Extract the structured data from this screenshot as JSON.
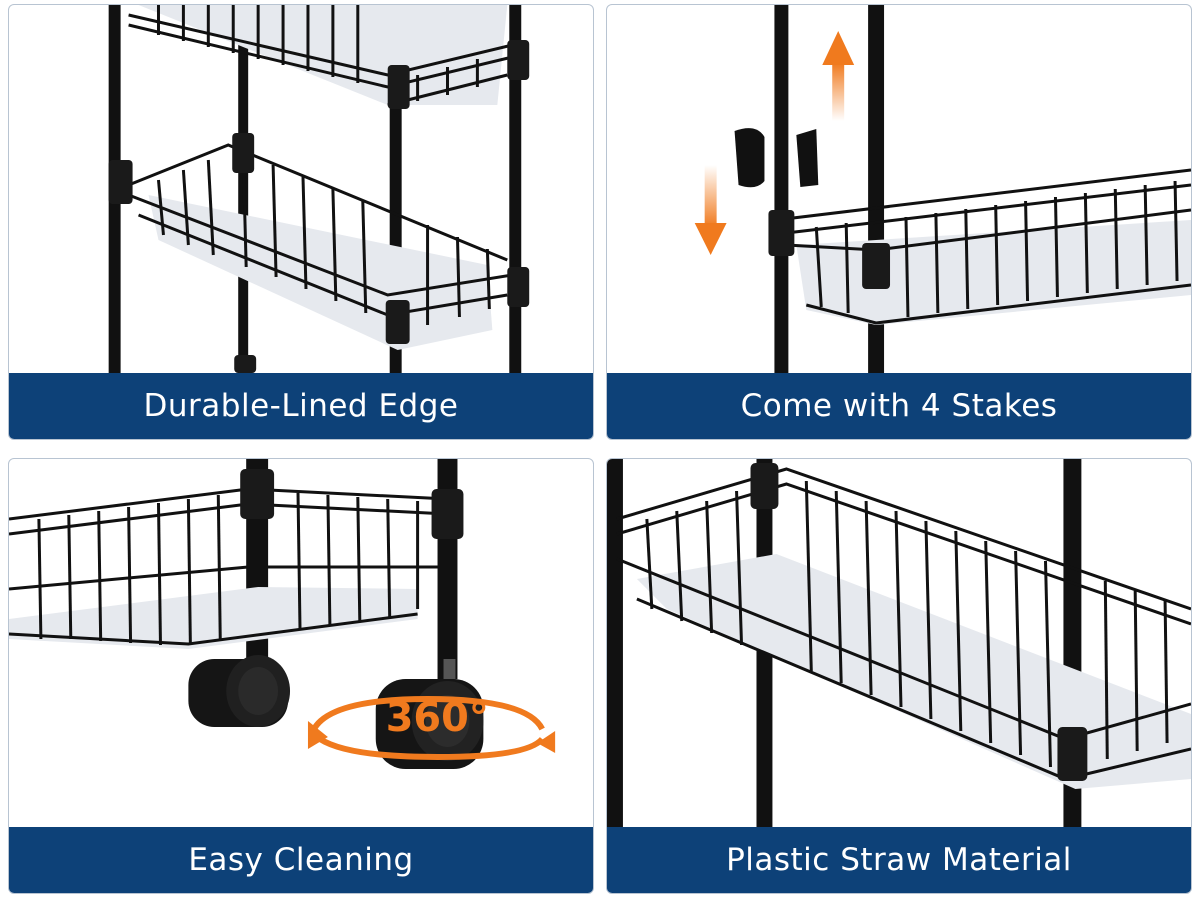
{
  "panels": [
    {
      "caption": "Durable-Lined Edge",
      "illustration": "basket-edge-detail"
    },
    {
      "caption": "Come with 4 Stakes",
      "illustration": "clip-stakes-detail"
    },
    {
      "caption": "Easy Cleaning",
      "illustration": "caster-wheels-detail",
      "badge": "360°"
    },
    {
      "caption": "Plastic Straw Material",
      "illustration": "basket-liner-detail"
    }
  ],
  "colors": {
    "caption_bar": "#0d4178",
    "caption_text": "#ffffff",
    "accent": "#f07a1e",
    "wire": "#111111",
    "liner": "#e6e9ee",
    "panel_border": "#b8c4d2"
  }
}
